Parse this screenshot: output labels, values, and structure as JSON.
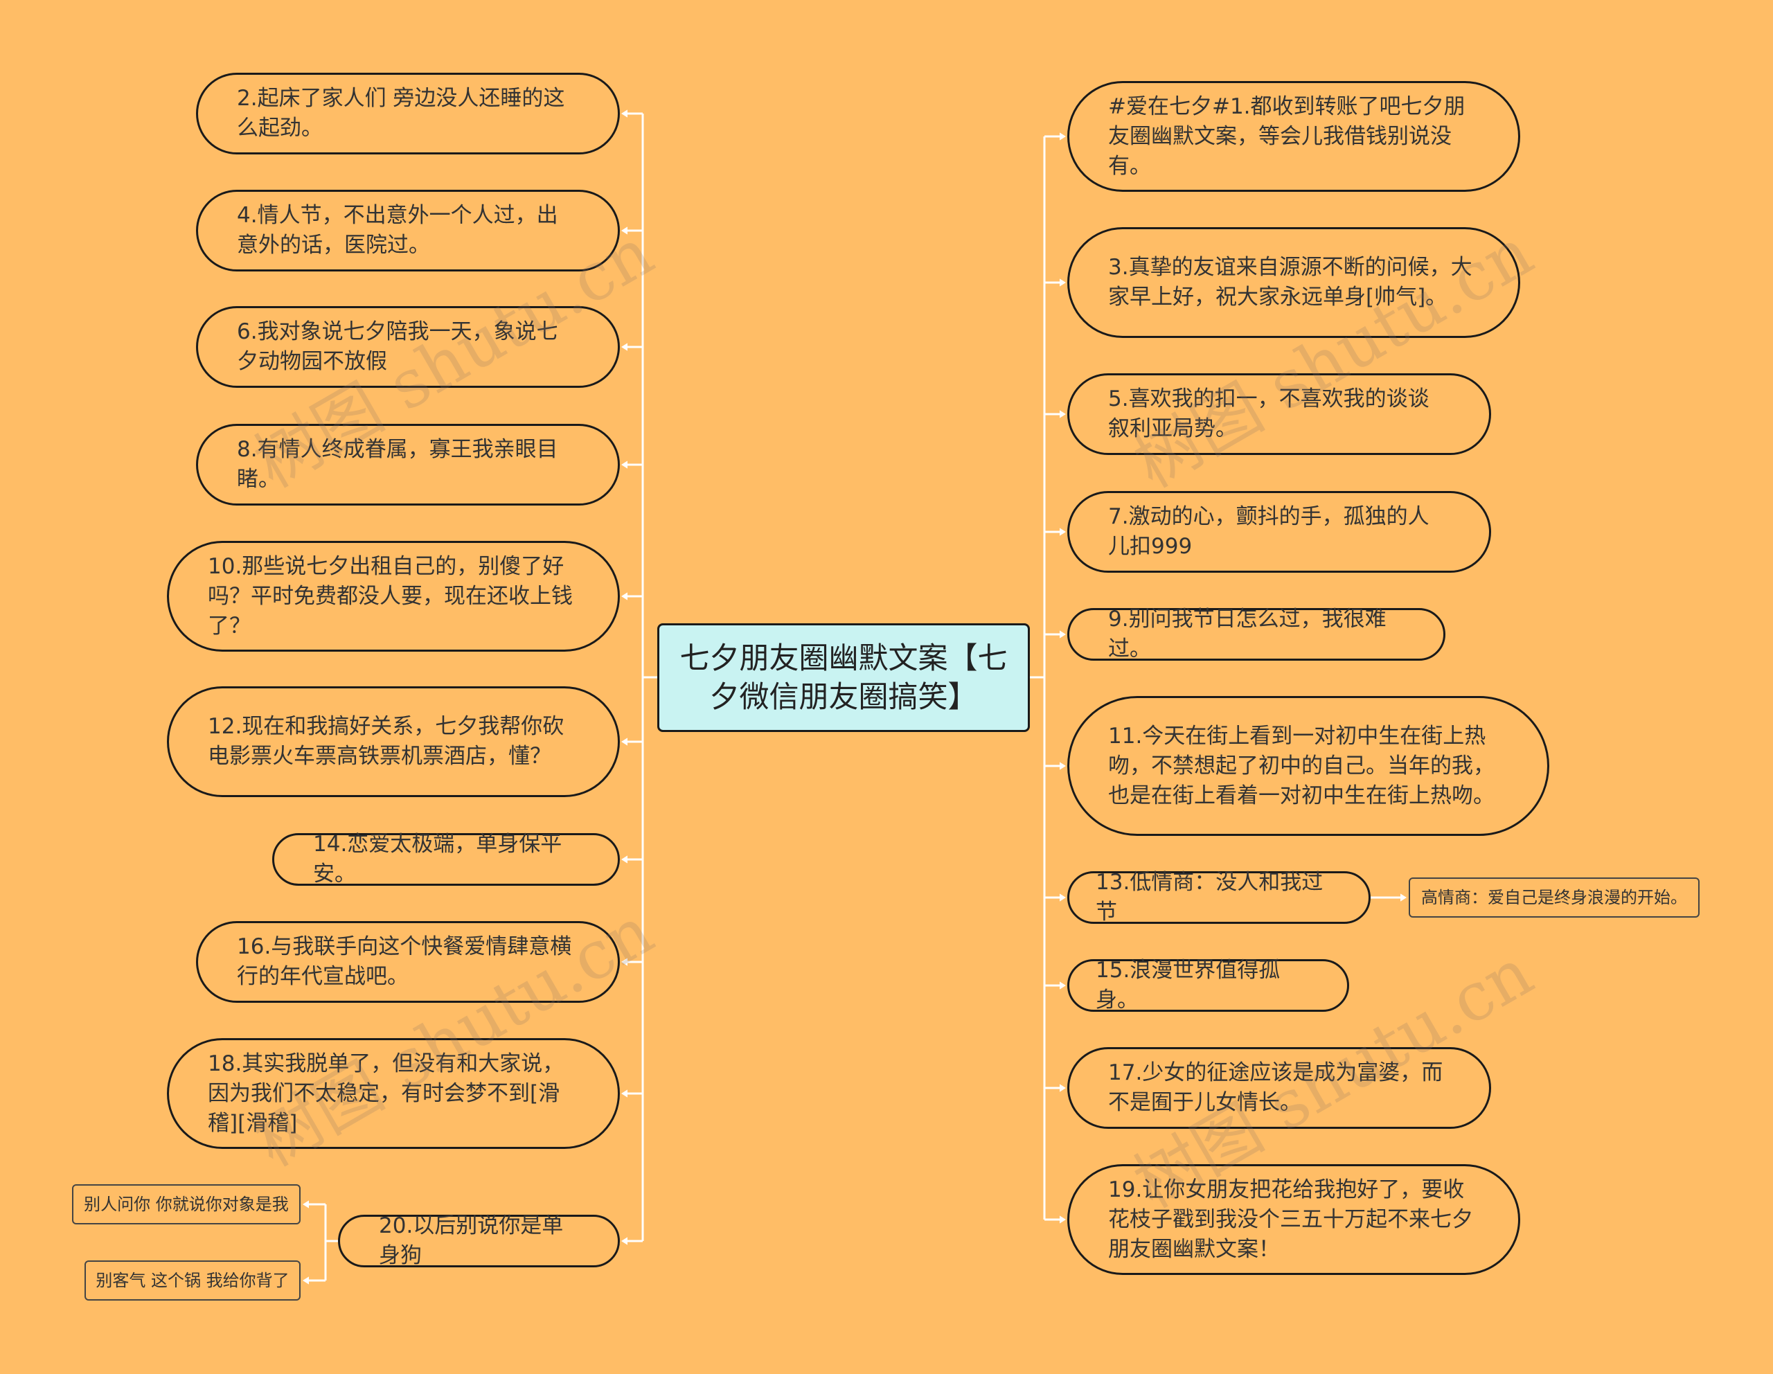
{
  "root": {
    "title": "七夕朋友圈幽默文案【七夕微信朋友圈搞笑】"
  },
  "left_items": [
    {
      "text": "2.起床了家人们 旁边没人还睡的这么起劲。"
    },
    {
      "text": "4.情人节，不出意外一个人过，出意外的话，医院过。"
    },
    {
      "text": "6.我对象说七夕陪我一天，象说七夕动物园不放假"
    },
    {
      "text": "8.有情人终成眷属，寡王我亲眼目睹。"
    },
    {
      "text": "10.那些说七夕出租自己的，别傻了好吗？平时免费都没人要，现在还收上钱了？"
    },
    {
      "text": "12.现在和我搞好关系，七夕我帮你砍电影票火车票高铁票机票酒店，懂？"
    },
    {
      "text": "14.恋爱太极端，单身保平安。"
    },
    {
      "text": "16.与我联手向这个快餐爱情肆意横行的年代宣战吧。"
    },
    {
      "text": "18.其实我脱单了，但没有和大家说，因为我们不太稳定，有时会梦不到[滑稽][滑稽]"
    },
    {
      "text": "20.以后别说你是单身狗"
    }
  ],
  "right_items": [
    {
      "text": "#爱在七夕#1.都收到转账了吧七夕朋友圈幽默文案，等会儿我借钱别说没有。"
    },
    {
      "text": "3.真挚的友谊来自源源不断的问候，大家早上好，祝大家永远单身[帅气]。"
    },
    {
      "text": "5.喜欢我的扣一，不喜欢我的谈谈叙利亚局势。"
    },
    {
      "text": "7.激动的心，颤抖的手，孤独的人儿扣999"
    },
    {
      "text": "9.别问我节日怎么过，我很难过。"
    },
    {
      "text": "11.今天在街上看到一对初中生在街上热吻，不禁想起了初中的自己。当年的我，也是在街上看着一对初中生在街上热吻。"
    },
    {
      "text": "13.低情商：没人和我过节"
    },
    {
      "text": "15.浪漫世界值得孤身。"
    },
    {
      "text": "17.少女的征途应该是成为富婆，而不是囿于儿女情长。"
    },
    {
      "text": "19.让你女朋友把花给我抱好了，要收花枝子戳到我没个三五十万起不来七夕朋友圈幽默文案！"
    }
  ],
  "sub_items": {
    "item13": "高情商：爱自己是终身浪漫的开始。",
    "item20a": "别人问你 你就说你对象是我",
    "item20b": "别客气 这个锅 我给你背了"
  },
  "watermark": "树图 shutu.cn",
  "colors": {
    "background": "#ffbd66",
    "root_fill": "#c9f3f2",
    "border": "#1a1a1a",
    "connector": "#ffffff"
  }
}
